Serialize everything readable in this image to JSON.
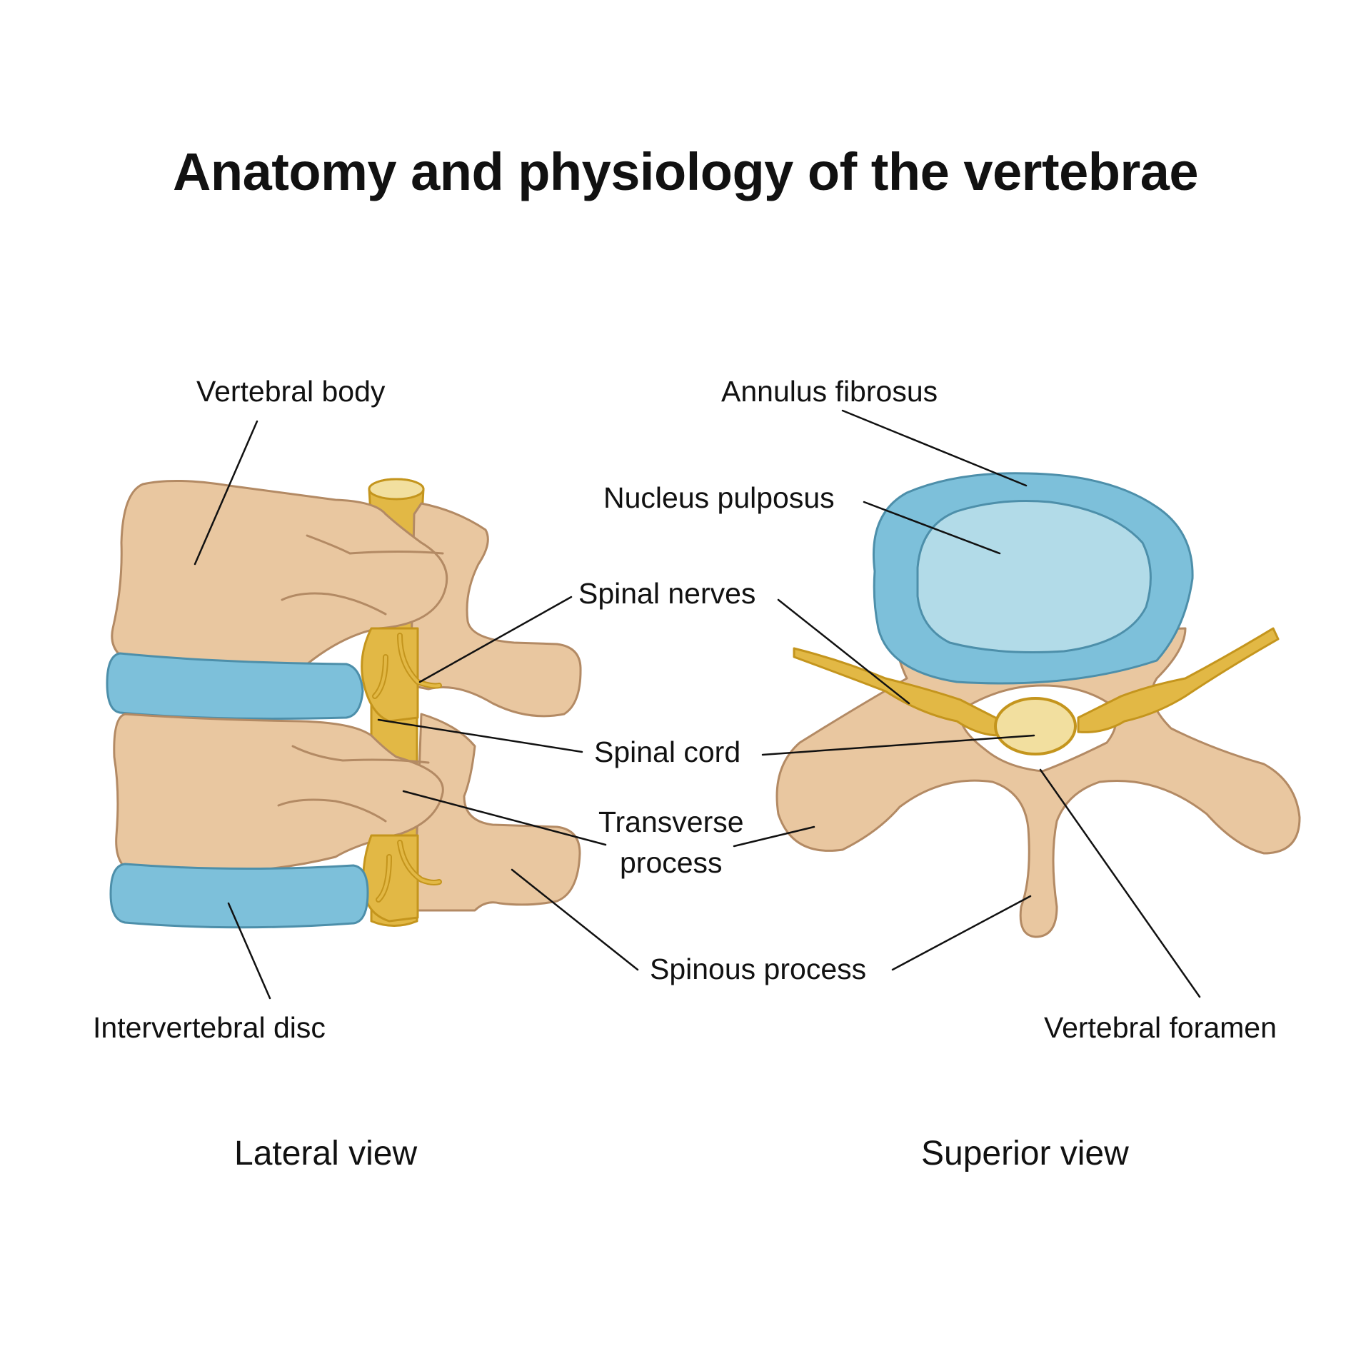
{
  "title": "Anatomy and physiology of the vertebrae",
  "labels": {
    "vertebral_body": "Vertebral body",
    "annulus_fibrosus": "Annulus fibrosus",
    "nucleus_pulposus": "Nucleus pulposus",
    "spinal_nerves": "Spinal nerves",
    "spinal_cord": "Spinal cord",
    "transverse_process_line1": "Transverse",
    "transverse_process_line2": "process",
    "spinous_process": "Spinous process",
    "intervertebral_disc": "Intervertebral disc",
    "vertebral_foramen": "Vertebral foramen"
  },
  "views": {
    "lateral": "Lateral view",
    "superior": "Superior view"
  },
  "colors": {
    "bone_fill": "#e9c7a0",
    "bone_stroke": "#b38a64",
    "disc_fill": "#7dc0da",
    "disc_stroke": "#4d8faa",
    "nucleus_fill": "#b2dbe8",
    "nerve_fill": "#e2b845",
    "nerve_stroke": "#c4951d",
    "cord_fill": "#f2df9f",
    "leader_line": "#111111"
  }
}
